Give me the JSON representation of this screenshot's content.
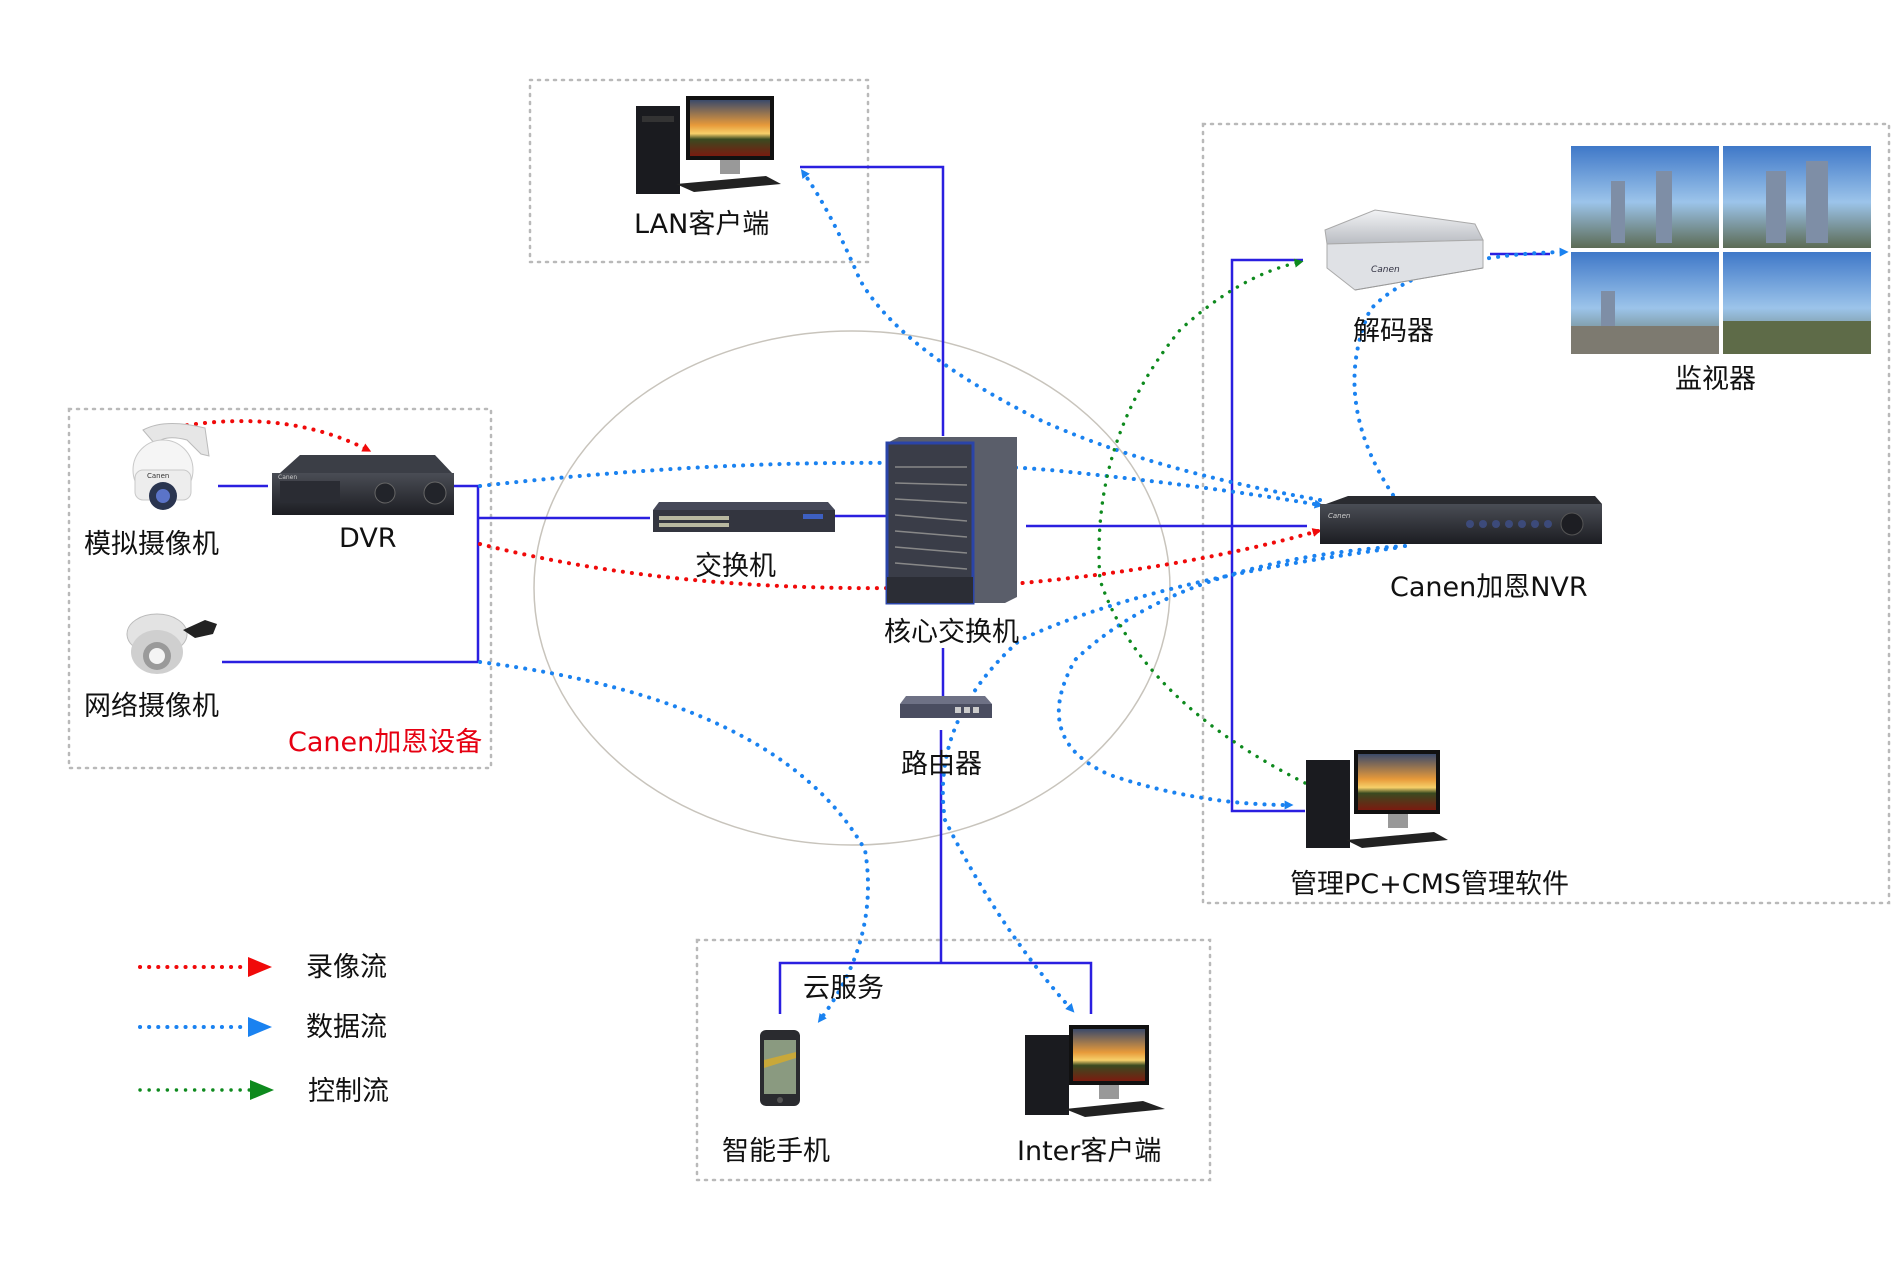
{
  "groups": {
    "canen_devices": "Canen加恩设备"
  },
  "devices": {
    "analog_camera": "模拟摄像机",
    "dvr": "DVR",
    "ip_camera": "网络摄像机",
    "lan_client": "LAN客户端",
    "switch": "交换机",
    "core_switch": "核心交换机",
    "router": "路由器",
    "decoder": "解码器",
    "monitor": "监视器",
    "nvr": "Canen加恩NVR",
    "management_pc": "管理PC+CMS管理软件",
    "cloud_service": "云服务",
    "smartphone": "智能手机",
    "internet_client": "Inter客户端"
  },
  "legend": [
    {
      "label": "录像流",
      "color": "#f00a0a",
      "kind": "recording"
    },
    {
      "label": "数据流",
      "color": "#1a82f0",
      "kind": "data"
    },
    {
      "label": "控制流",
      "color": "#0e8a1e",
      "kind": "control"
    }
  ],
  "colors": {
    "wire": "#2a1fe0",
    "recording_flow": "#f00a0a",
    "data_flow": "#1a82f0",
    "control_flow": "#0e8a1e",
    "group_border": "#b9b9b9",
    "group_label": "#e60012"
  }
}
